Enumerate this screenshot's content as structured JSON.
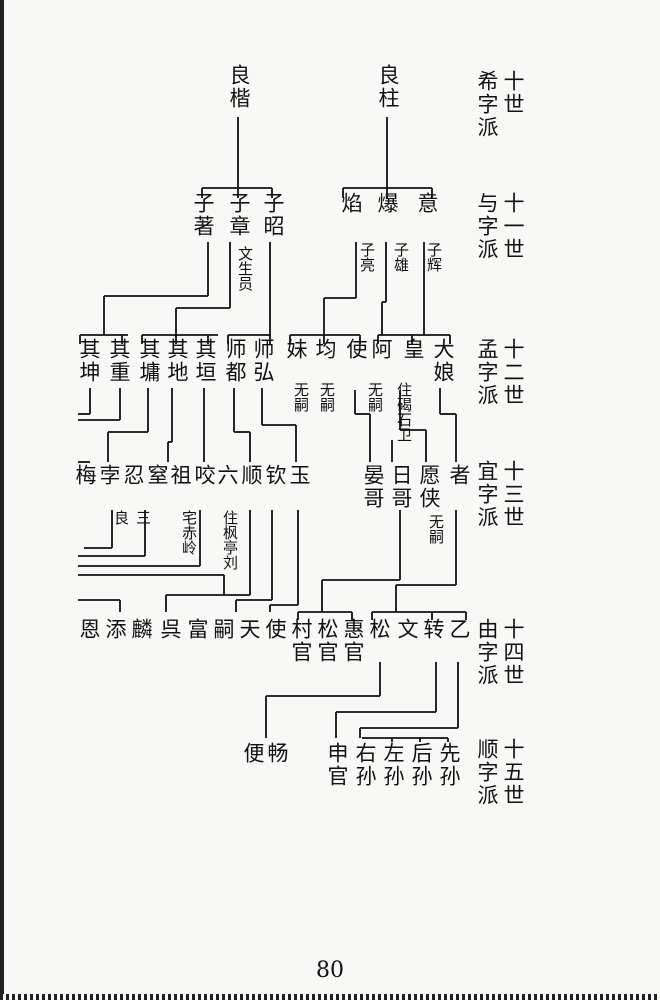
{
  "generations": [
    {
      "gen": "十世",
      "pai": "希字派"
    },
    {
      "gen": "十一世",
      "pai": "与字派"
    },
    {
      "gen": "十二世",
      "pai": "孟字派"
    },
    {
      "gen": "十三世",
      "pai": "宜字派"
    },
    {
      "gen": "十四世",
      "pai": "由字派"
    },
    {
      "gen": "十五世",
      "pai": "顺字派"
    }
  ],
  "g10": [
    "良楷",
    "良柱"
  ],
  "g11": [
    "子昭",
    "子章",
    "子著",
    "意",
    "爆",
    "焰"
  ],
  "g11_notes": [
    "子辉",
    "子雄",
    "子亮",
    "文生员"
  ],
  "g12": [
    "大娘",
    "皇",
    "阿",
    "使",
    "均",
    "妹",
    "师弘",
    "师都",
    "其垣",
    "其地",
    "其墉",
    "其重",
    "其坤"
  ],
  "g12_notes": [
    "住碣石卫",
    "无嗣",
    "无嗣",
    "无嗣"
  ],
  "g13": [
    "者",
    "愿侠",
    "日哥",
    "晏哥",
    "玉",
    "钦",
    "顺",
    "六",
    "咬",
    "祖",
    "窒",
    "忍",
    "孛",
    "梅"
  ],
  "g13_notes": [
    "无嗣",
    "住枫亭刘",
    "宅赤岭",
    "三",
    "良"
  ],
  "g14": [
    "乙",
    "转",
    "文",
    "松",
    "惠官",
    "松官",
    "村官",
    "使",
    "天",
    "嗣",
    "富",
    "呉",
    "麟",
    "添",
    "恩"
  ],
  "g15": [
    "先孙",
    "后孙",
    "左孙",
    "右孙",
    "申官",
    "畅",
    "便"
  ],
  "page_number": "80"
}
